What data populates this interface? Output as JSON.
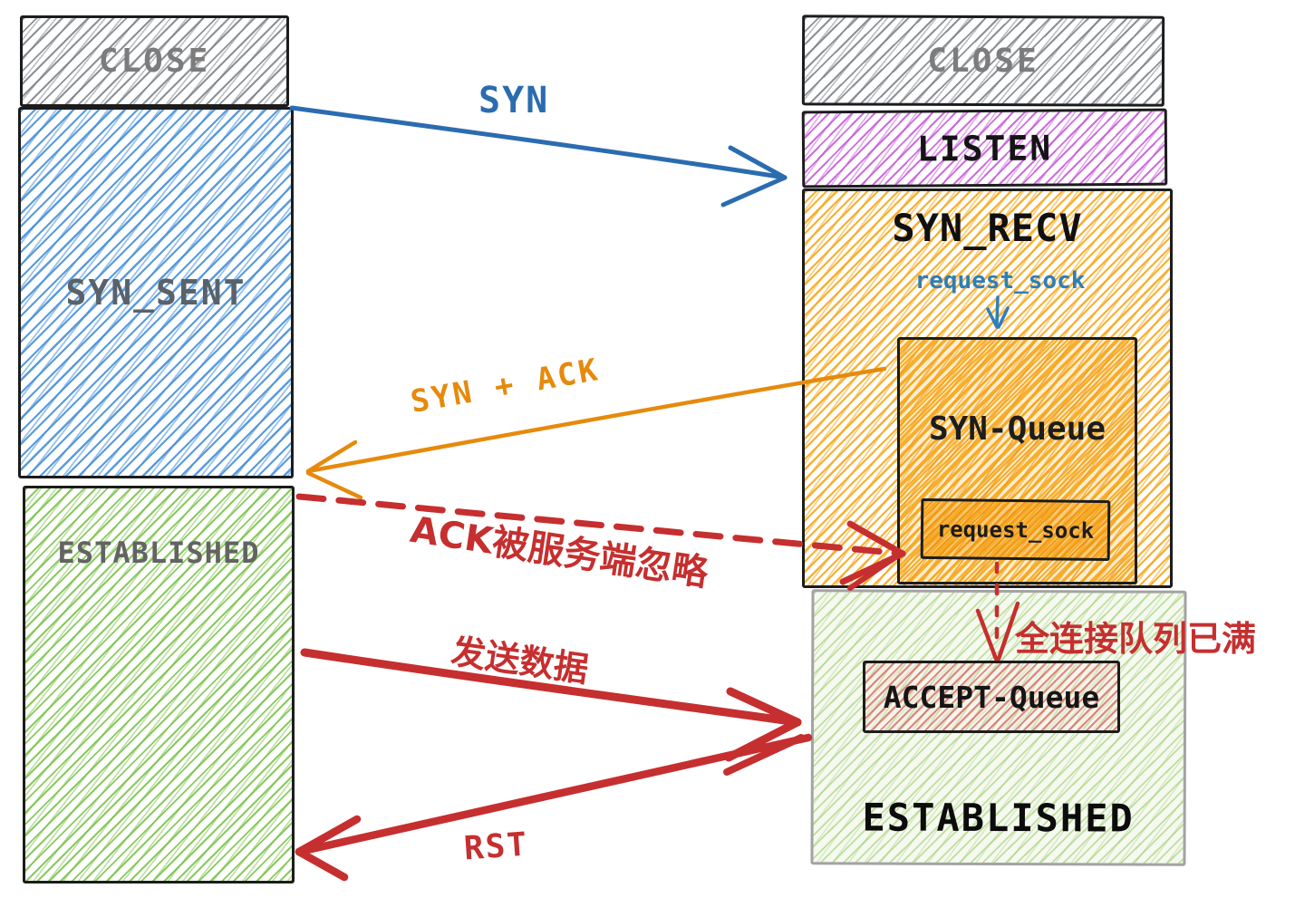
{
  "client": {
    "close": "CLOSE",
    "syn_sent": "SYN_SENT",
    "established": "ESTABLISHED"
  },
  "server": {
    "close": "CLOSE",
    "listen": "LISTEN",
    "syn_recv": "SYN_RECV",
    "request_sock_pointer": "request_sock",
    "syn_queue": "SYN-Queue",
    "request_sock_item": "request_sock",
    "established": "ESTABLISHED",
    "accept_queue": "ACCEPT-Queue"
  },
  "messages": {
    "syn": "SYN",
    "syn_ack": "SYN + ACK",
    "ack_ignored": "ACK被服务端忽略",
    "queue_full": "全连接队列已满",
    "send_data": "发送数据",
    "rst": "RST"
  },
  "colors": {
    "blue_arrow": "#2b6cb0",
    "blue_hatch": "#4890d8",
    "orange_arrow": "#e68a0d",
    "orange_hatch": "#f7a81d",
    "red": "#c62f2f",
    "magenta_hatch": "#c454d8",
    "gray_hatch": "#787e85",
    "green_left_hatch": "#76c043",
    "green_right_hatch": "#9acc6c",
    "accept_queue_red": "#d65852"
  }
}
